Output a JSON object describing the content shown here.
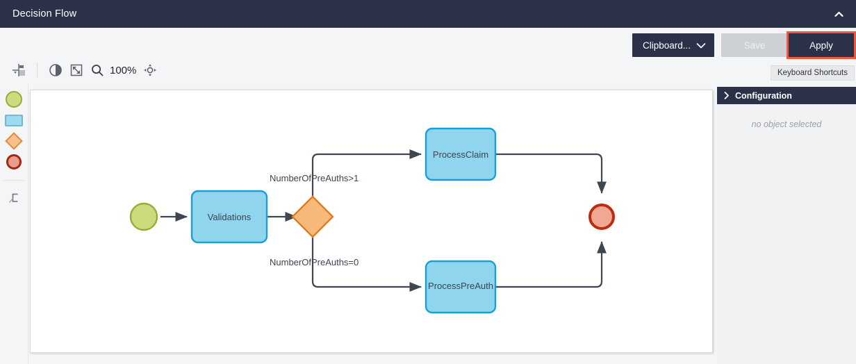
{
  "titlebar": {
    "title": "Decision Flow",
    "collapse_icon": "chevron-up-icon"
  },
  "actions": {
    "clipboard_label": "Clipboard...",
    "clipboard_caret_icon": "chevron-down-icon",
    "save_label": "Save",
    "apply_label": "Apply",
    "apply_highlight_color": "#f4563c",
    "keyboard_shortcuts_label": "Keyboard Shortcuts"
  },
  "toolbar": {
    "items": [
      {
        "name": "align-layout-icon",
        "label": ""
      },
      {
        "name": "contrast-icon",
        "label": ""
      },
      {
        "name": "fit-to-screen-icon",
        "label": ""
      },
      {
        "name": "zoom-search-icon",
        "label": ""
      }
    ],
    "zoom_level": "100%",
    "pan_icon": "pan-move-icon"
  },
  "palette": {
    "items": [
      {
        "name": "palette-start-event",
        "shape": "circle-green"
      },
      {
        "name": "palette-task",
        "shape": "rect-blue"
      },
      {
        "name": "palette-gateway",
        "shape": "diamond-orange"
      },
      {
        "name": "palette-end-event",
        "shape": "circle-red"
      },
      {
        "name": "palette-connector",
        "shape": "connector-icon"
      }
    ]
  },
  "canvas": {
    "nodes": [
      {
        "id": "start",
        "name": "start-event-node",
        "label": "",
        "type": "start"
      },
      {
        "id": "validations",
        "name": "task-validations",
        "label": "Validations",
        "type": "task"
      },
      {
        "id": "gateway",
        "name": "gateway-node",
        "label": "",
        "type": "gateway"
      },
      {
        "id": "processclaim",
        "name": "task-processclaim",
        "label": "ProcessClaim",
        "type": "task"
      },
      {
        "id": "processpreauth",
        "name": "task-processpreauth",
        "label": "ProcessPreAuth",
        "type": "task"
      },
      {
        "id": "end",
        "name": "end-event-node",
        "label": "",
        "type": "end"
      }
    ],
    "edge_labels": {
      "upper": "NumberOfPreAuths>1",
      "lower": "NumberOfPreAuths=0"
    },
    "colors": {
      "task_fill": "#8fd5ee",
      "task_stroke": "#1a9fd4",
      "gateway_fill": "#f7b97a",
      "gateway_stroke": "#e07c20",
      "start_fill": "#cadc7e",
      "start_stroke": "#9aab35",
      "end_fill": "#f1a893",
      "end_stroke": "#c02a10",
      "edge_stroke": "#404650"
    }
  },
  "config_panel": {
    "header": "Configuration",
    "chevron_icon": "chevron-right-icon",
    "empty_message": "no object selected"
  }
}
